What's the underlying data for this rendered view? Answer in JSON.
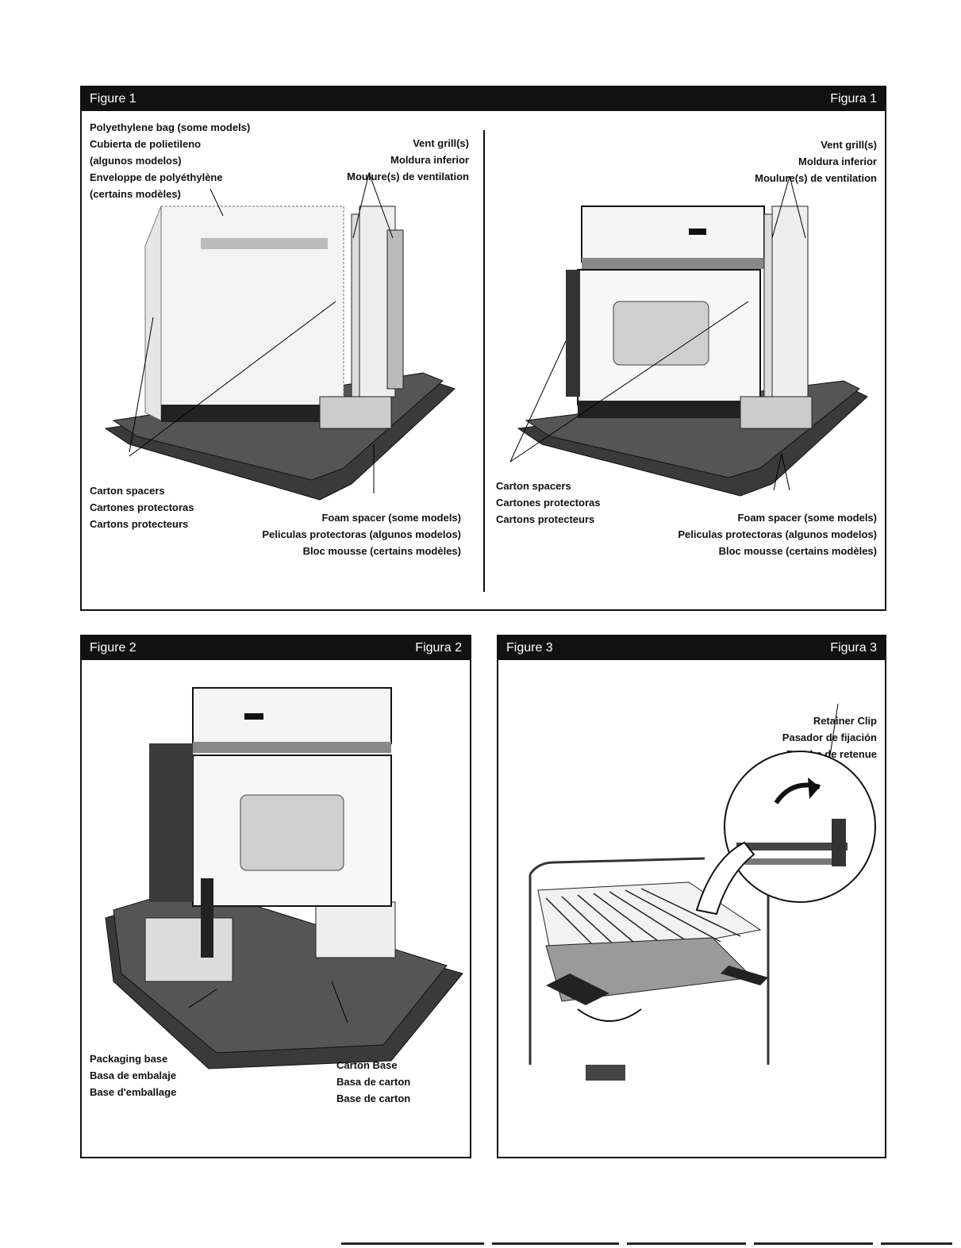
{
  "figure1": {
    "title_en": "Figure 1",
    "title_es": "Figura 1",
    "left": {
      "bag": [
        "Polyethylene bag (some models)",
        "Cubierta de polietileno",
        "(algunos modelos)",
        "Enveloppe de polyéthylène",
        "(certains modèles)"
      ],
      "vent": [
        "Vent grill(s)",
        "Moldura inferior",
        "Moulure(s) de ventilation"
      ],
      "spacers": [
        "Carton spacers",
        "Cartones protectoras",
        "Cartons protecteurs"
      ],
      "foam": [
        "Foam spacer (some models)",
        "Peliculas protectoras (algunos modelos)",
        "Bloc mousse (certains modèles)"
      ]
    },
    "right": {
      "vent": [
        "Vent grill(s)",
        "Moldura inferior",
        "Moulure(s) de ventilation"
      ],
      "spacers": [
        "Carton spacers",
        "Cartones protectoras",
        "Cartons protecteurs"
      ],
      "foam": [
        "Foam spacer (some models)",
        "Peliculas protectoras (algunos modelos)",
        "Bloc mousse (certains modèles)"
      ]
    }
  },
  "figure2": {
    "title_en": "Figure 2",
    "title_es": "Figura 2",
    "base": [
      "Packaging base",
      "Basa de embalaje",
      "Base d'emballage"
    ],
    "carton": [
      "Carton Base",
      "Basa de carton",
      "Base de carton"
    ]
  },
  "figure3": {
    "title_en": "Figure 3",
    "title_es": "Figura 3",
    "clip": [
      "Retainer Clip",
      "Pasador de fijación",
      "Broche de retenue"
    ]
  }
}
